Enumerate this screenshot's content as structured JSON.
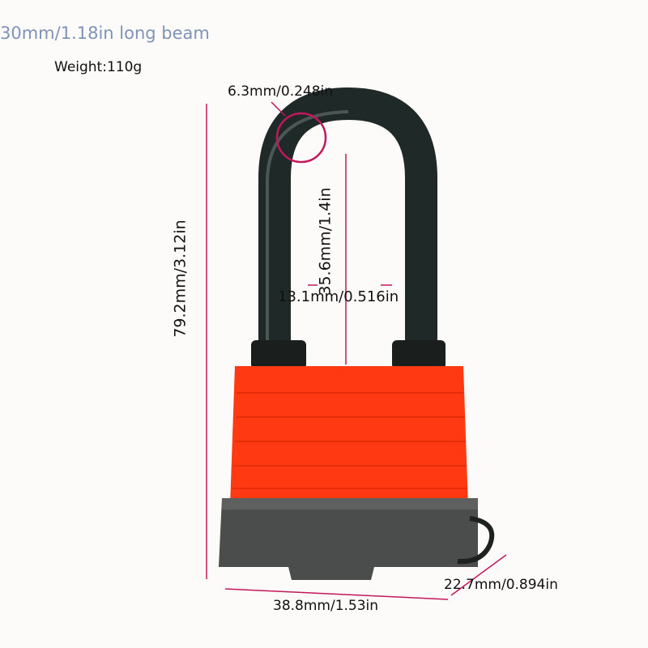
{
  "title": "30mm/1.18in long beam",
  "weight": "Weight:110g",
  "dimensions": {
    "shackle_diameter": "6.3mm/0.248in",
    "total_height": "79.2mm/3.12in",
    "shackle_inner_height": "35.6mm/1.4in",
    "shackle_inner_width": "13.1mm/0.516in",
    "body_width": "38.8mm/1.53in",
    "body_depth": "22.7mm/0.894in"
  },
  "colors": {
    "body": "#ff3a12",
    "shackle": "#1f2a28",
    "base": "#4a4d4c",
    "dimension_line": "#c2185b",
    "title": "#7f93b9"
  }
}
